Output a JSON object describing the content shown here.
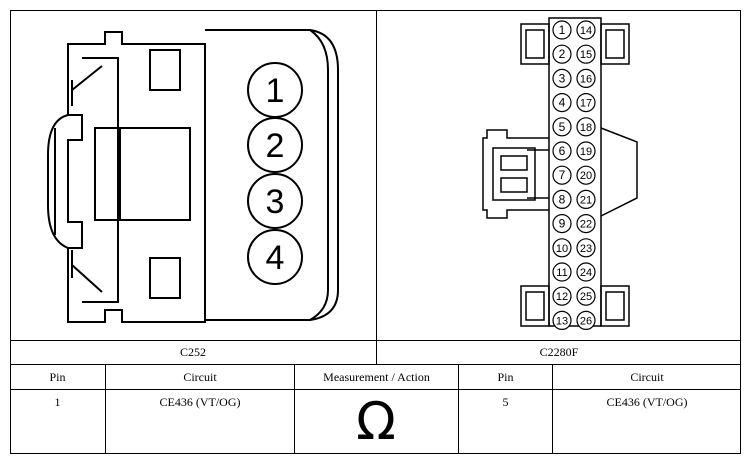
{
  "connectors": {
    "left": {
      "label": "C252",
      "pins": [
        "1",
        "2",
        "3",
        "4"
      ]
    },
    "right": {
      "label": "C2280F",
      "pins_col1": [
        "1",
        "2",
        "3",
        "4",
        "5",
        "6",
        "7",
        "8",
        "9",
        "10",
        "11",
        "12",
        "13"
      ],
      "pins_col2": [
        "14",
        "15",
        "16",
        "17",
        "18",
        "19",
        "20",
        "21",
        "22",
        "23",
        "24",
        "25",
        "26"
      ]
    }
  },
  "table": {
    "headers": {
      "pin_a": "Pin",
      "circuit_a": "Circuit",
      "measurement": "Measurement / Action",
      "pin_b": "Pin",
      "circuit_b": "Circuit"
    },
    "row": {
      "pin_a": "1",
      "circuit_a": "CE436 (VT/OG)",
      "measurement_symbol": "Ω",
      "pin_b": "5",
      "circuit_b": "CE436 (VT/OG)"
    }
  }
}
